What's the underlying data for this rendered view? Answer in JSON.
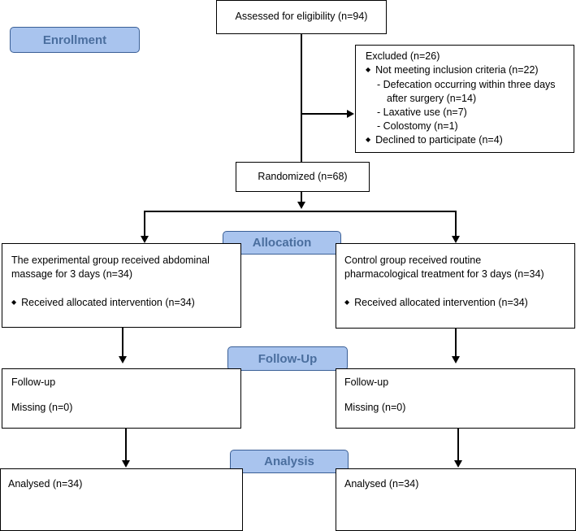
{
  "stages": {
    "enrollment": "Enrollment",
    "allocation": "Allocation",
    "followup": "Follow-Up",
    "analysis": "Analysis"
  },
  "assessed": "Assessed for eligibility (n=94)",
  "excluded": {
    "title": "Excluded  (n=26)",
    "not_meeting": "Not meeting inclusion criteria (n=22)",
    "defecation_line1": "- Defecation occurring within three days",
    "defecation_line2": "after surgery (n=14)",
    "laxative": "- Laxative use (n=7)",
    "colostomy": "- Colostomy (n=1)",
    "declined": "Declined to participate (n=4)"
  },
  "randomized": "Randomized (n=68)",
  "experimental": {
    "line1": "The experimental group received abdominal",
    "line2": "massage for 3 days (n=34)",
    "received": "Received allocated intervention (n=34)",
    "followup": "Follow-up",
    "missing": "Missing (n=0)",
    "analysed": "Analysed  (n=34)"
  },
  "control": {
    "line1": "Control group received routine",
    "line2": "pharmacological treatment for 3 days (n=34)",
    "received": "Received allocated intervention (n=34)",
    "followup": "Follow-up",
    "missing": "Missing (n=0)",
    "analysed": "Analysed  (n=34)"
  },
  "colors": {
    "stage_fill": "#a9c4ee",
    "stage_text": "#4a6e9e",
    "stage_border": "#3a5f96"
  }
}
